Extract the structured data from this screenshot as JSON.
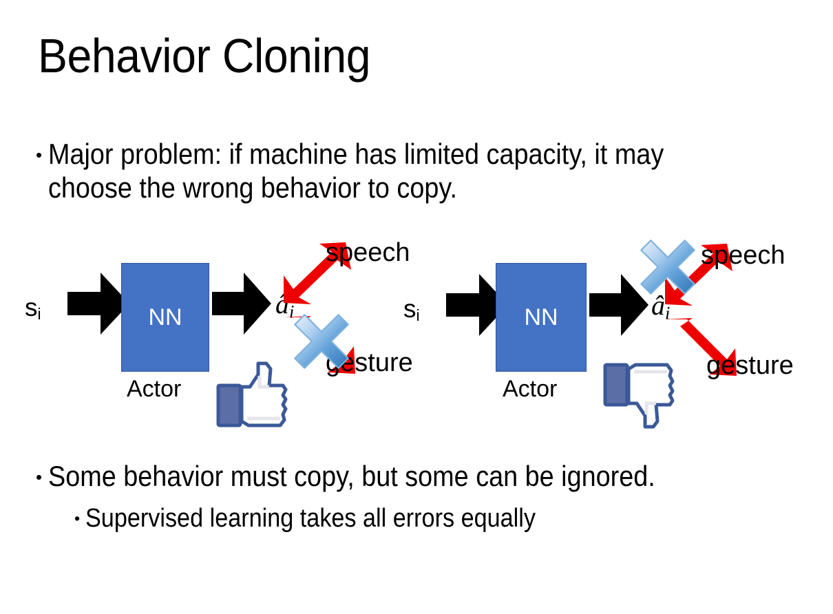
{
  "slide": {
    "title": "Behavior Cloning",
    "background_color": "#FFFFFF",
    "text_color": "#000000"
  },
  "bullets": [
    {
      "level": 1,
      "marker": "•",
      "text": "Major problem: if machine has limited capacity, it may choose the wrong behavior to copy."
    },
    {
      "level": 1,
      "marker": "•",
      "text": "Some behavior must copy, but some can be ignored."
    },
    {
      "level": 2,
      "marker": "•",
      "text": "Supervised learning takes all errors equally"
    }
  ],
  "diagrams": [
    {
      "id": "left",
      "state_label": "s",
      "state_subscript": "i",
      "network_label": "NN",
      "network_caption": "Actor",
      "action_label": "â",
      "action_subscript": "i",
      "branches": [
        {
          "name": "speech",
          "label": "speech",
          "crossed_out": false
        },
        {
          "name": "gesture",
          "label": "gesture",
          "crossed_out": true
        }
      ],
      "feedback_icon": "thumbs-up-icon",
      "feedback_sentiment": "positive"
    },
    {
      "id": "right",
      "state_label": "s",
      "state_subscript": "i",
      "network_label": "NN",
      "network_caption": "Actor",
      "action_label": "â",
      "action_subscript": "i",
      "branches": [
        {
          "name": "speech",
          "label": "speech",
          "crossed_out": true
        },
        {
          "name": "gesture",
          "label": "gesture",
          "crossed_out": false
        }
      ],
      "feedback_icon": "thumbs-down-icon",
      "feedback_sentiment": "negative"
    }
  ],
  "colors": {
    "network_box_fill": "#4472C4",
    "network_box_stroke": "#2F5597",
    "network_label": "#FFFFFF",
    "arrow_black": "#000000",
    "arrow_red": "#EE0000",
    "x_mark_light": "#CFE2F7",
    "x_mark_dark": "#2E74B5",
    "thumb_outline": "#3B5998",
    "thumb_cuff": "#5B6FA6",
    "thumb_fill": "#FFFFFF",
    "thumb_shadow": "#E4E6EB"
  }
}
